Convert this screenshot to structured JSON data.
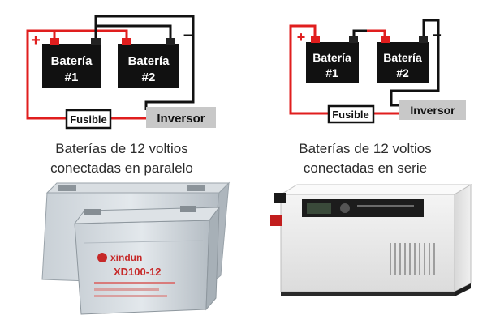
{
  "parallel_diagram": {
    "plus_sign": "+",
    "minus_sign": "−",
    "battery_1": {
      "word": "Batería",
      "number": "#1"
    },
    "battery_2": {
      "word": "Batería",
      "number": "#2"
    },
    "fuse_label": "Fusible",
    "inverter_label": "Inversor",
    "caption_line_1": "Baterías de 12 voltios",
    "caption_line_2": "conectadas en paralelo"
  },
  "series_diagram": {
    "plus_sign": "+",
    "minus_sign": "−",
    "battery_1": {
      "word": "Batería",
      "number": "#1"
    },
    "battery_2": {
      "word": "Batería",
      "number": "#2"
    },
    "fuse_label": "Fusible",
    "inverter_label": "Inversor",
    "caption_line_1": "Baterías de 12 voltios",
    "caption_line_2": "conectadas en serie"
  },
  "battery_photo": {
    "brand": "xindun",
    "model": "XD100-12"
  },
  "colors": {
    "wire_positive": "#e01e1e",
    "wire_negative": "#111111",
    "battery_body": "#111111",
    "terminal_positive": "#e01e1e",
    "inverter_fill": "#c8c8c8",
    "caption_text": "#2b2b2b"
  }
}
